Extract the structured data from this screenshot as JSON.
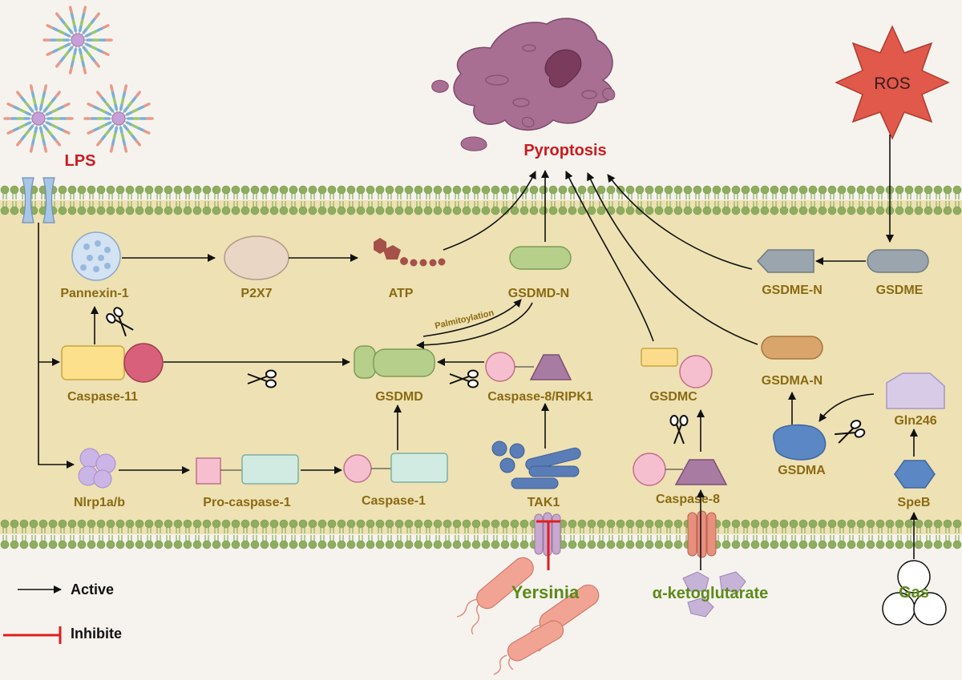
{
  "labels": {
    "lps": "LPS",
    "pyroptosis": "Pyroptosis",
    "ros": "ROS",
    "pannexin_1": "Pannexin-1",
    "p2x7": "P2X7",
    "atp": "ATP",
    "gsdmd_n": "GSDMD-N",
    "gsdme_n": "GSDME-N",
    "gsdme": "GSDME",
    "palmitoylation": "Palmitoylation",
    "caspase_11": "Caspase-11",
    "gsdmd": "GSDMD",
    "caspase_8_ripk1": "Caspase-8/RIPK1",
    "gsdmc": "GSDMC",
    "gsdma_n": "GSDMA-N",
    "gsdma": "GSDMA",
    "gln246": "Gln246",
    "nlrp1ab": "Nlrp1a/b",
    "pro_caspase_1": "Pro-caspase-1",
    "caspase_1": "Caspase-1",
    "tak1": "TAK1",
    "caspase_8": "Caspase-8",
    "speb": "SpeB",
    "yersinia": "Yersinia",
    "alpha_ketoglutarate": "α-ketoglutarate",
    "gas": "Gas"
  },
  "legend": {
    "active": "Active",
    "inhibite": "Inhibite"
  },
  "colors": {
    "background": "#f6f3ee",
    "cytoplasm": "#eee1b3",
    "membrane": "#8fad5f",
    "label": "#8a6a12",
    "highlight_red": "#cc1a1f",
    "external_green": "#5d8a1a",
    "inhibit_line": "#e01e1e"
  },
  "icons": [
    "lps-icon",
    "pyroptotic-cell-icon",
    "ros-star-icon",
    "scissors-icon",
    "bacteria-icon",
    "membrane-channel-icon"
  ]
}
